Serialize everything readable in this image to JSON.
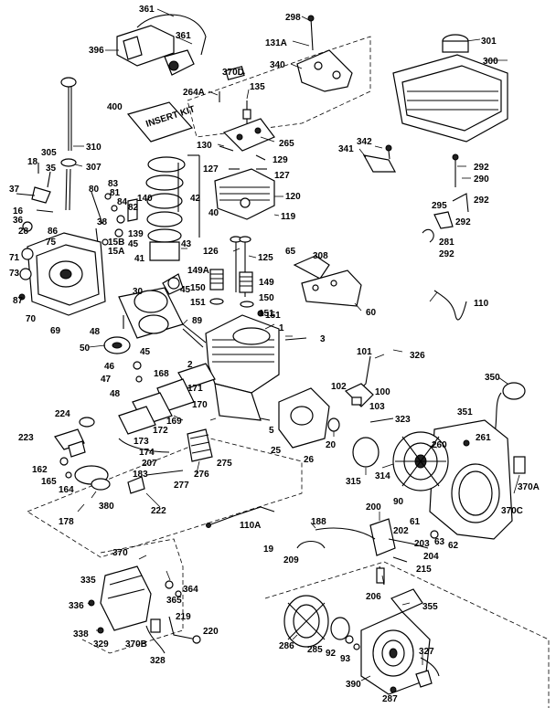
{
  "diagram": {
    "book_text": "INSERT KIT",
    "labels": {
      "l361a": "361",
      "l361b": "361",
      "l396": "396",
      "l298": "298",
      "l131A": "131A",
      "l340": "340",
      "l301": "301",
      "l300": "300",
      "l370D": "370D",
      "l135": "135",
      "l264A": "264A",
      "l400": "400",
      "l310": "310",
      "l305": "305",
      "l307": "307",
      "l130": "130",
      "l265": "265",
      "l342": "342",
      "l341": "341",
      "l127a": "127",
      "l129": "129",
      "l127b": "127",
      "l18": "18",
      "l35": "35",
      "l37": "37",
      "l80": "80",
      "l83": "83",
      "l81": "81",
      "l84": "84",
      "l82": "82",
      "l140": "140",
      "l42": "42",
      "l120": "120",
      "l119": "119",
      "l292a": "292",
      "l290": "290",
      "l292b": "292",
      "l295": "295",
      "l292c": "292",
      "l16": "16",
      "l36a": "36",
      "l28": "28",
      "l86": "86",
      "l38": "38",
      "l139": "139",
      "l40": "40",
      "l75": "75",
      "l15B": "15B",
      "l15A": "15A",
      "l45a": "45",
      "l41": "41",
      "l43": "43",
      "l126": "126",
      "l125": "125",
      "l65": "65",
      "l308": "308",
      "l281": "281",
      "l292d": "292",
      "l71": "71",
      "l149A": "149A",
      "l149": "149",
      "l73": "73",
      "l30": "30",
      "l45b": "45",
      "l150a": "150",
      "l150b": "150",
      "l110": "110",
      "l87": "87",
      "l151a": "151",
      "l151b": "151",
      "l70": "70",
      "l69": "69",
      "l60": "60",
      "l151c": "151",
      "l89": "89",
      "l48a": "48",
      "l1": "1",
      "l3": "3",
      "l50": "50",
      "l101": "101",
      "l326": "326",
      "l45c": "45",
      "l46": "46",
      "l2": "2",
      "l47": "47",
      "l48b": "48",
      "l168": "168",
      "l350": "350",
      "l102": "102",
      "l100": "100",
      "l171": "171",
      "l170": "170",
      "l103": "103",
      "l224": "224",
      "l169": "169",
      "l351": "351",
      "l172": "172",
      "l5": "5",
      "l323": "323",
      "l223": "223",
      "l173": "173",
      "l25": "25",
      "l20": "20",
      "l261": "261",
      "l26": "26",
      "l174": "174",
      "l275": "275",
      "l207": "207",
      "l260": "260",
      "l162": "162",
      "l276": "276",
      "l315": "315",
      "l314": "314",
      "l165": "165",
      "l183": "183",
      "l277": "277",
      "l90": "90",
      "l370A": "370A",
      "l164": "164",
      "l380": "380",
      "l222": "222",
      "l178": "178",
      "l370C": "370C",
      "l200": "200",
      "l110A": "110A",
      "l188": "188",
      "l61": "61",
      "l202": "202",
      "l63": "63",
      "l203": "203",
      "l62": "62",
      "l19": "19",
      "l209": "209",
      "l204": "204",
      "l215": "215",
      "l370": "370",
      "l335": "335",
      "l364": "364",
      "l365": "365",
      "l206": "206",
      "l355": "355",
      "l336": "336",
      "l219": "219",
      "l220": "220",
      "l338": "338",
      "l329": "329",
      "l370B": "370B",
      "l286": "286",
      "l285": "285",
      "l92": "92",
      "l93": "93",
      "l327": "327",
      "l328": "328",
      "l390": "390",
      "l287": "287"
    }
  }
}
